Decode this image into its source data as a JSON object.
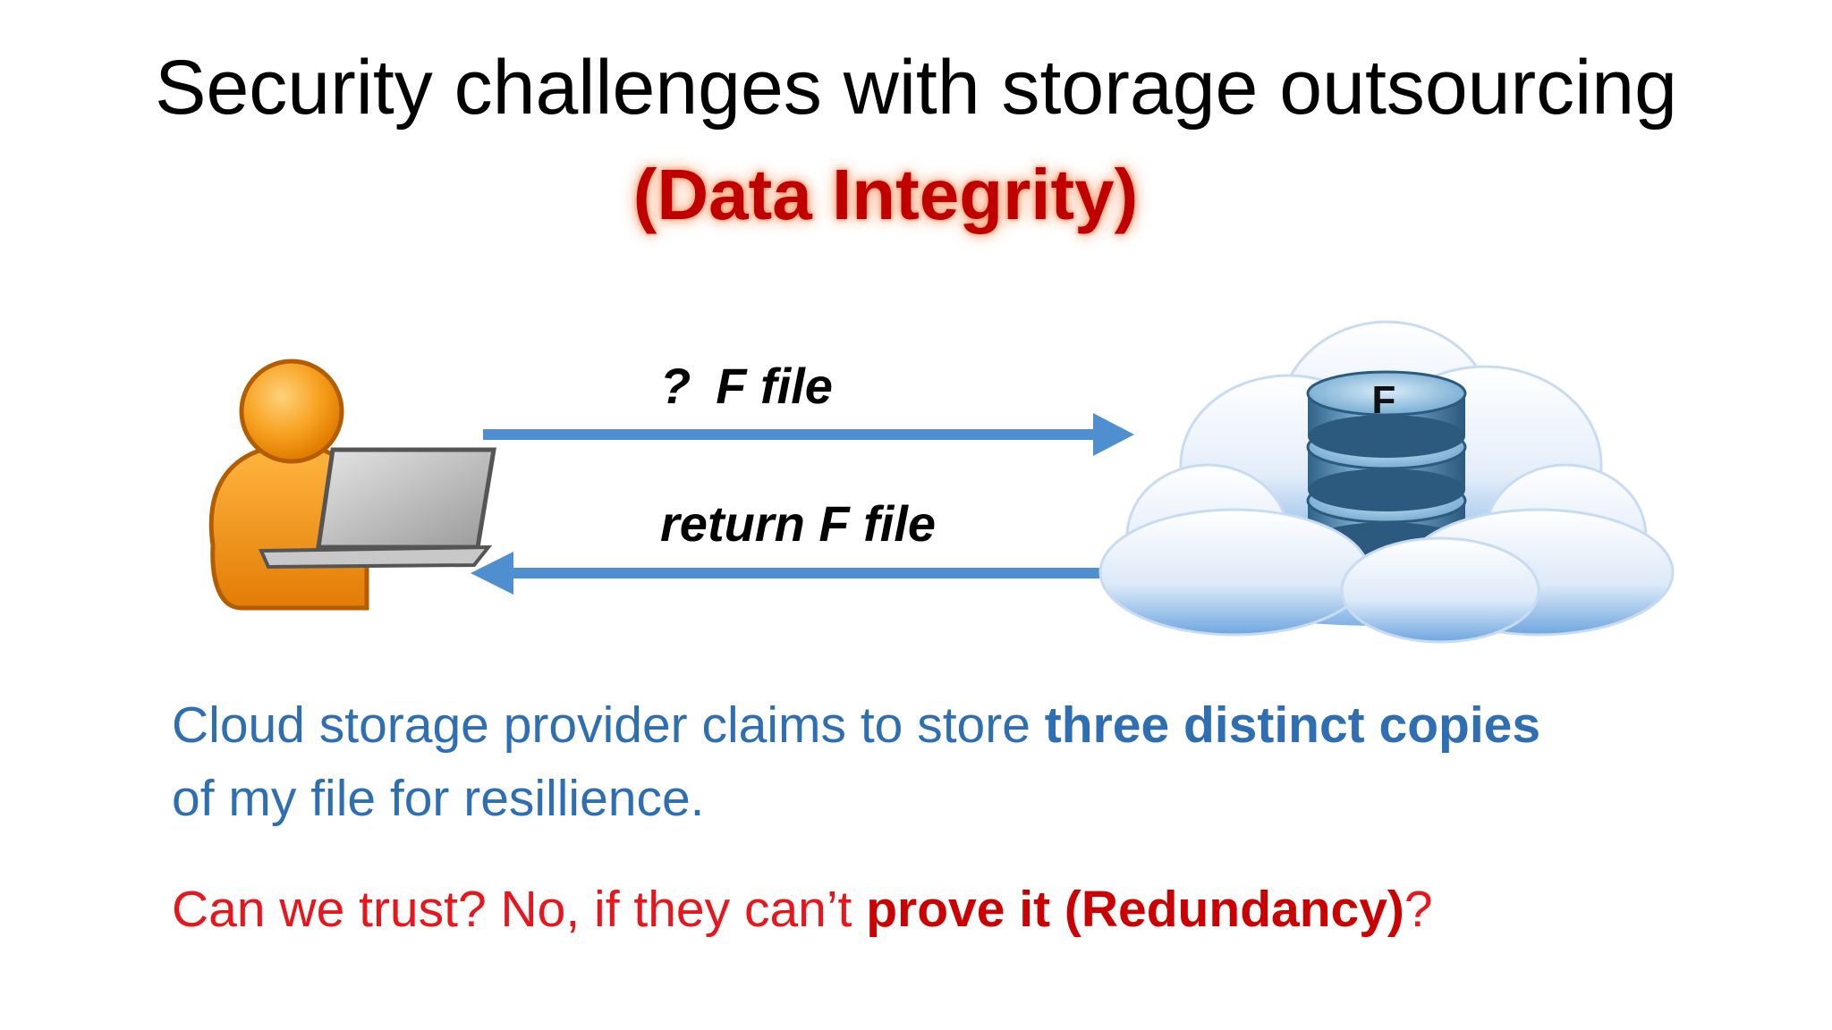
{
  "slide": {
    "title": "Security challenges with storage outsourcing",
    "subtitle": "(Data Integrity)"
  },
  "diagram": {
    "request_prefix": "?",
    "request_label": "F file",
    "response_label": "return F file",
    "storage_letter": "F",
    "arrow_color": "#4f8fcf"
  },
  "text": {
    "claim_line1_prefix": "Cloud storage provider claims to store ",
    "claim_line1_bold": "three distinct copies",
    "claim_line2": "of my file for resillience.",
    "question_prefix": "Can we trust? No, if they can’t ",
    "question_bold": "prove it (Redundancy)",
    "question_suffix": "?"
  },
  "colors": {
    "title": "#000000",
    "subtitle": "#c00000",
    "blue_text": "#2e6fb4",
    "red_text": "#e8161c",
    "user_orange": "#f39a1c"
  }
}
